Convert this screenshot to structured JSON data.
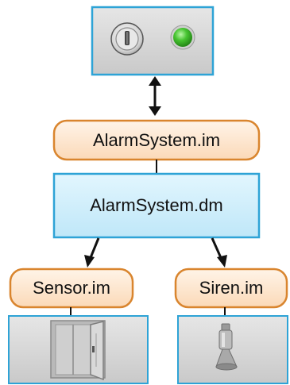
{
  "diagram": {
    "nodes": {
      "interface_top": {
        "icons": [
          "key-lock-icon",
          "green-led-icon"
        ]
      },
      "alarmsystem_im": {
        "label": "AlarmSystem.im"
      },
      "alarmsystem_dm": {
        "label": "AlarmSystem.dm"
      },
      "sensor_im": {
        "label": "Sensor.im"
      },
      "siren_im": {
        "label": "Siren.im"
      },
      "sensor_image": {
        "icon": "window-frame-icon"
      },
      "siren_image": {
        "icon": "siren-icon"
      }
    },
    "edges": [
      {
        "from": "interface_top",
        "to": "alarmsystem_im",
        "style": "bidirectional-arrow"
      },
      {
        "from": "alarmsystem_im",
        "to": "alarmsystem_dm",
        "style": "line"
      },
      {
        "from": "alarmsystem_dm",
        "to": "sensor_im",
        "style": "arrow"
      },
      {
        "from": "alarmsystem_dm",
        "to": "siren_im",
        "style": "arrow"
      },
      {
        "from": "sensor_im",
        "to": "sensor_image",
        "style": "line"
      },
      {
        "from": "siren_im",
        "to": "siren_image",
        "style": "line"
      }
    ],
    "colors": {
      "im_fill": "#fde7d2",
      "im_stroke": "#d9852e",
      "dm_fill": "#cfeefb",
      "dm_stroke": "#2ea3d6",
      "panel_fill": "#d7d7d7",
      "panel_stroke": "#2ea3d6",
      "led_green": "#47c431",
      "arrow": "#111111"
    }
  }
}
